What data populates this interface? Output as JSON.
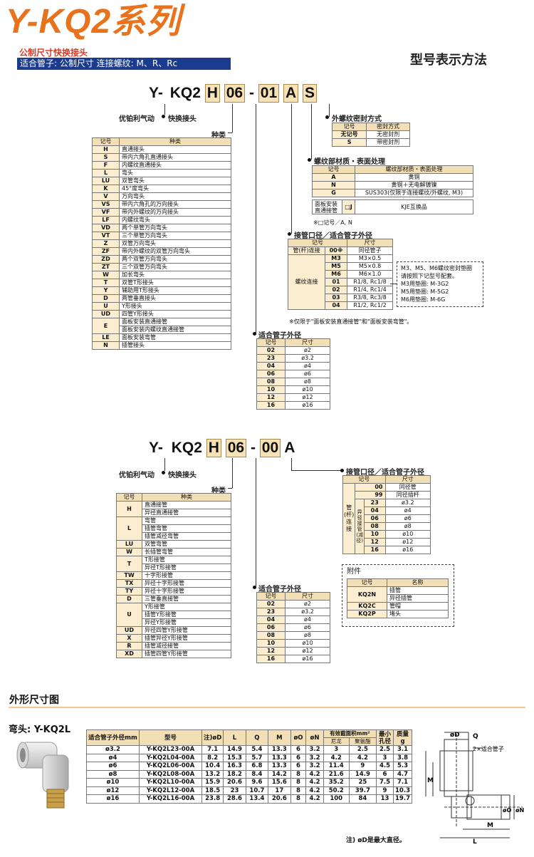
{
  "header": {
    "series": "Y-KQ2系列",
    "subtitle": "公制尺寸快换接头",
    "band": "适合管子: 公制尺寸   连接螺纹: M、R、Rc",
    "method": "型号表示方法"
  },
  "code1": {
    "prefix": "Y-",
    "kq": "KQ2",
    "type": "H",
    "size": "06",
    "dash": "-",
    "thread": "01",
    "a": "A",
    "s": "S",
    "brand_label": "优铂利气动",
    "quick_label": "快换接头"
  },
  "code2": {
    "prefix": "Y-",
    "kq": "KQ2",
    "type": "H",
    "size": "06",
    "dash": "-",
    "port": "00",
    "a": "A",
    "brand_label": "优铂利气动",
    "quick_label": "快换接头"
  },
  "types1": {
    "title": "种类",
    "head": [
      "记号",
      "种类"
    ],
    "rows": [
      [
        "H",
        "直通接头"
      ],
      [
        "S",
        "带内六角孔直通接头"
      ],
      [
        "F",
        "内螺纹直通接头"
      ],
      [
        "L",
        "弯头"
      ],
      [
        "LU",
        "双管弯头"
      ],
      [
        "K",
        "45°度弯头"
      ],
      [
        "V",
        "万向弯头"
      ],
      [
        "VS",
        "带内六角孔的万向接头"
      ],
      [
        "VF",
        "带内外螺纹的万向接头"
      ],
      [
        "LF",
        "内螺纹弯头"
      ],
      [
        "VD",
        "两个单管万向弯头"
      ],
      [
        "VT",
        "三个单管万向弯头"
      ],
      [
        "Z",
        "双管万向弯头"
      ],
      [
        "ZF",
        "带内外螺纹的双管万向弯头"
      ],
      [
        "ZD",
        "两个双管万向弯头"
      ],
      [
        "ZT",
        "三个双管万向弯头"
      ],
      [
        "W",
        "加长弯头"
      ],
      [
        "T",
        "双管T形接头"
      ],
      [
        "Y",
        "辅助用T形接头"
      ],
      [
        "D",
        "两管垂直接头"
      ],
      [
        "U",
        "Y形接头"
      ],
      [
        "UD",
        "四管Y形接头"
      ],
      [
        "E",
        "面板安装直通接管|面板安装内螺纹直通接管"
      ],
      [
        "LE",
        "面板安装弯管"
      ],
      [
        "N",
        "插管接头"
      ]
    ]
  },
  "seal": {
    "title": "外螺纹密封方式",
    "head": [
      "记号",
      "密封方式"
    ],
    "rows": [
      [
        "无记号",
        "无密封剂"
      ],
      [
        "S",
        "带密封剂"
      ]
    ]
  },
  "material": {
    "title": "螺纹部材质・表面处理",
    "head": [
      "记号",
      "螺纹部材质・表面处理"
    ],
    "rows": [
      [
        "A",
        "黄铜"
      ],
      [
        "N",
        "黄铜＋无电解镀镍"
      ],
      [
        "G",
        "SUS303(仅限于连接螺纹/外螺纹, M3)"
      ]
    ],
    "panel_label": "面板安装直通接管",
    "panel_code": "□J",
    "panel_value": "KJE互换品",
    "note": "※□记号／A, N"
  },
  "port": {
    "title": "接管口径／适合管子外径",
    "head": [
      "记号",
      "尺寸"
    ],
    "group1": "管(杆)连接",
    "group2": "螺纹连接",
    "rows": [
      [
        "00※",
        "同径管子"
      ],
      [
        "M3",
        "M3×0.5"
      ],
      [
        "M5",
        "M5×0.8"
      ],
      [
        "M6",
        "M6×1.0"
      ],
      [
        "01",
        "R1/8, Rc1/8"
      ],
      [
        "02",
        "R1/4, Rc1/4"
      ],
      [
        "03",
        "R3/8, Rc3/8"
      ],
      [
        "04",
        "R1/2, Rc1/2"
      ]
    ],
    "note": "※仅限于\"面板安装直通接管\"和\"面板安装弯管\"。"
  },
  "gasket": {
    "lines": [
      "M3、M5、M6螺纹密封垫圈",
      "请按照下记型号配套。",
      "M3用垫圈: M-3G2",
      "M5用垫圈: M-5G2",
      "M6用垫圈: M-6G"
    ]
  },
  "tube1": {
    "title": "适合管子外径",
    "head": [
      "记号",
      "尺寸"
    ],
    "rows": [
      [
        "02",
        "ø2"
      ],
      [
        "23",
        "ø3.2"
      ],
      [
        "04",
        "ø4"
      ],
      [
        "06",
        "ø6"
      ],
      [
        "08",
        "ø8"
      ],
      [
        "10",
        "ø10"
      ],
      [
        "12",
        "ø12"
      ],
      [
        "16",
        "ø16"
      ]
    ]
  },
  "types2": {
    "title": "种类",
    "head": [
      "记号",
      "种类"
    ],
    "rows": [
      [
        "H",
        "直通接管|异径直通接管"
      ],
      [
        "L",
        "弯管|插管弯管|插管减径弯管"
      ],
      [
        "LU",
        "双管弯管"
      ],
      [
        "W",
        "长插管弯管"
      ],
      [
        "T",
        "T形接管|异径T形接管"
      ],
      [
        "TW",
        "十字形接管"
      ],
      [
        "TX",
        "异径十字形接管"
      ],
      [
        "TY",
        "异径十字形接管"
      ],
      [
        "D",
        "三管垂直接管"
      ],
      [
        "U",
        "Y形接管|插管Y形接管|异径Y形接管"
      ],
      [
        "UD",
        "异径四管Y形接管"
      ],
      [
        "X",
        "插管异径Y形接管"
      ],
      [
        "R",
        "插管减径接管"
      ],
      [
        "XD",
        "插管四管Y形接管"
      ]
    ]
  },
  "port2": {
    "title": "接管口径／适合管子外径",
    "head": [
      "记号",
      "尺寸"
    ],
    "group": "管(杆)连接",
    "subgroup": "异径接管(减径)",
    "rows": [
      [
        "00",
        "同径管"
      ],
      [
        "99",
        "同径插杆"
      ],
      [
        "23",
        "ø3.2"
      ],
      [
        "04",
        "ø4"
      ],
      [
        "06",
        "ø6"
      ],
      [
        "08",
        "ø8"
      ],
      [
        "10",
        "ø10"
      ],
      [
        "12",
        "ø12"
      ],
      [
        "16",
        "ø16"
      ]
    ]
  },
  "accessory": {
    "title": "附件",
    "head": [
      "记号",
      "名称"
    ],
    "rows": [
      [
        "KQ2N",
        "插管|异径插管"
      ],
      [
        "KQ2C",
        "管帽"
      ],
      [
        "KQ2P",
        "堵头"
      ]
    ]
  },
  "tube2": {
    "title": "适合管子外径",
    "head": [
      "记号",
      "尺寸"
    ],
    "rows": [
      [
        "02",
        "ø2"
      ],
      [
        "23",
        "ø3.2"
      ],
      [
        "04",
        "ø4"
      ],
      [
        "06",
        "ø6"
      ],
      [
        "08",
        "ø8"
      ],
      [
        "10",
        "ø10"
      ],
      [
        "12",
        "ø12"
      ],
      [
        "16",
        "ø16"
      ]
    ]
  },
  "dims": {
    "section": "外形尺寸图",
    "elbow": "弯头: Y-KQ2L",
    "head": [
      "适合管子外径mm",
      "型号",
      "注)øD",
      "L",
      "Q",
      "M",
      "øO",
      "øN",
      "有效截面积mm²",
      "最小孔径",
      "质量g"
    ],
    "subhead": [
      "尼龙",
      "聚氨酯"
    ],
    "rows": [
      [
        "ø3.2",
        "Y-KQ2L23-00A",
        "7.1",
        "14.9",
        "5.4",
        "13.3",
        "6",
        "3.2",
        "3",
        "2.5",
        "2.5",
        "3.1"
      ],
      [
        "ø4",
        "Y-KQ2L04-00A",
        "8.2",
        "15.3",
        "5.7",
        "13.3",
        "6",
        "3.2",
        "4.2",
        "4.2",
        "3",
        "3.8"
      ],
      [
        "ø6",
        "Y-KQ2L06-00A",
        "10.4",
        "16.3",
        "6.8",
        "13.3",
        "6",
        "3.2",
        "11.4",
        "9",
        "4.5",
        "5.3"
      ],
      [
        "ø8",
        "Y-KQ2L08-00A",
        "13.2",
        "18.2",
        "8.4",
        "14.2",
        "8",
        "4.2",
        "21.6",
        "14.9",
        "6",
        "4.7"
      ],
      [
        "ø10",
        "Y-KQ2L10-00A",
        "15.9",
        "20.6",
        "9.6",
        "15.6",
        "8",
        "4.2",
        "35.2",
        "25",
        "7.5",
        "7.1"
      ],
      [
        "ø12",
        "Y-KQ2L12-00A",
        "18.5",
        "23",
        "10.7",
        "17",
        "8",
        "4.2",
        "50.2",
        "39.7",
        "9",
        "10.3"
      ],
      [
        "ø16",
        "Y-KQ2L16-00A",
        "23.8",
        "28.6",
        "13.4",
        "20.6",
        "8",
        "4.2",
        "100",
        "84",
        "13",
        "19.7"
      ]
    ],
    "note": "注) øD是最大直径。",
    "drawing": {
      "d": "øD",
      "q": "Q",
      "tube": "2×适合管子",
      "m": "M",
      "l": "L",
      "o": "øO",
      "n": "øN"
    }
  }
}
